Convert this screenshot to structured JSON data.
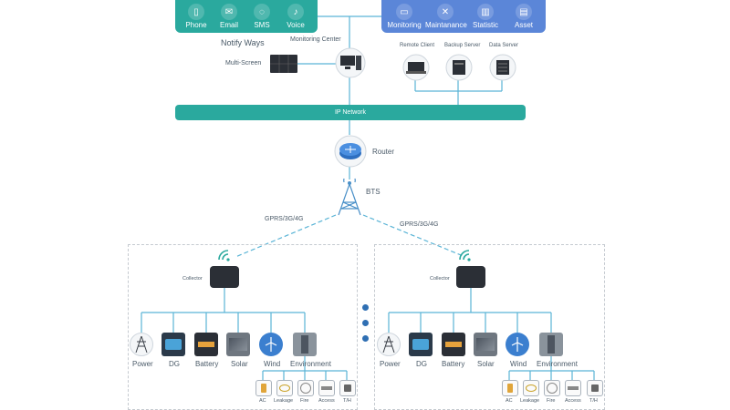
{
  "notify": {
    "items": [
      {
        "label": "Phone",
        "icon": "phone-icon"
      },
      {
        "label": "Email",
        "icon": "email-icon"
      },
      {
        "label": "SMS",
        "icon": "sms-icon"
      },
      {
        "label": "Voice",
        "icon": "voice-icon"
      }
    ],
    "title": "Notify Ways"
  },
  "functions": {
    "items": [
      {
        "label": "Monitoring",
        "icon": "monitoring-icon"
      },
      {
        "label": "Maintanance",
        "icon": "maintenance-icon"
      },
      {
        "label": "Statistic",
        "icon": "statistic-icon"
      },
      {
        "label": "Asset",
        "icon": "asset-icon"
      }
    ]
  },
  "center": {
    "monitoring_center": "Monitoring Center",
    "multi_screen": "Multi-Screen",
    "remote_client": "Remote Client",
    "backup_server": "Backup Server",
    "data_server": "Data Server"
  },
  "network": {
    "label": "IP Network"
  },
  "router": {
    "label": "Router"
  },
  "bts": {
    "label": "BTS"
  },
  "links": {
    "left": "GPRS/3G/4G",
    "right": "GPRS/3G/4G"
  },
  "sites": [
    {
      "collector": "Collector",
      "devices": [
        "Power",
        "DG",
        "Battery",
        "Solar",
        "Wind",
        "Environment"
      ],
      "sensors": [
        "AC",
        "Leakage",
        "Fire",
        "Access",
        "T/H"
      ]
    },
    {
      "collector": "Collector",
      "devices": [
        "Power",
        "DG",
        "Battery",
        "Solar",
        "Wind",
        "Environment"
      ],
      "sensors": [
        "AC",
        "Leakage",
        "Fire",
        "Access",
        "T/H"
      ]
    }
  ],
  "colors": {
    "teal": "#2aa99e",
    "blue": "#5b86d8",
    "line": "#5ab4d6",
    "dots": "#2f6fb3"
  }
}
